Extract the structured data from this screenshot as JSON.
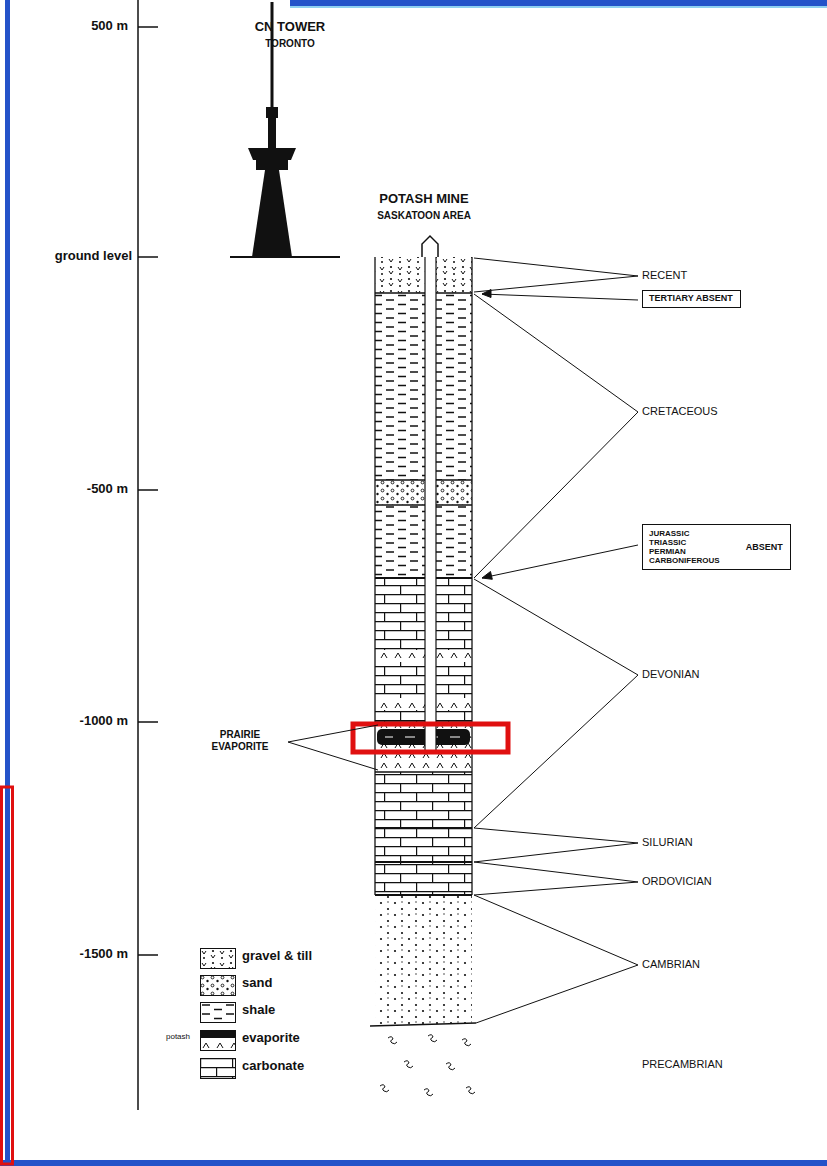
{
  "diagram": {
    "nodes": [
      {
        "text": [
          "TERTIARY ABSENT"
        ]
      },
      {
        "text": [
          "JURASSIC TRIASSIC PERMIAN CARBONIFEROUS",
          "ABSENT"
        ]
      }
    ],
    "labels": [
      "500 m",
      "ground level",
      "-500 m",
      "-1000 m",
      "-1500 m",
      "CN TOWER",
      "TORONTO",
      "POTASH MINE",
      "SASKATOON AREA",
      "RECENT",
      "CRETACEOUS",
      "DEVONIAN",
      "PRAIRIE EVAPORITE",
      "SILURIAN",
      "ORDOVICIAN",
      "CAMBRIAN",
      "PRECAMBRIAN",
      "potash"
    ],
    "legend": [
      {
        "text": "gravel & till"
      },
      {
        "text": "sand"
      },
      {
        "text": "shale"
      },
      {
        "text": "evaporite"
      },
      {
        "text": "carbonate"
      }
    ]
  }
}
